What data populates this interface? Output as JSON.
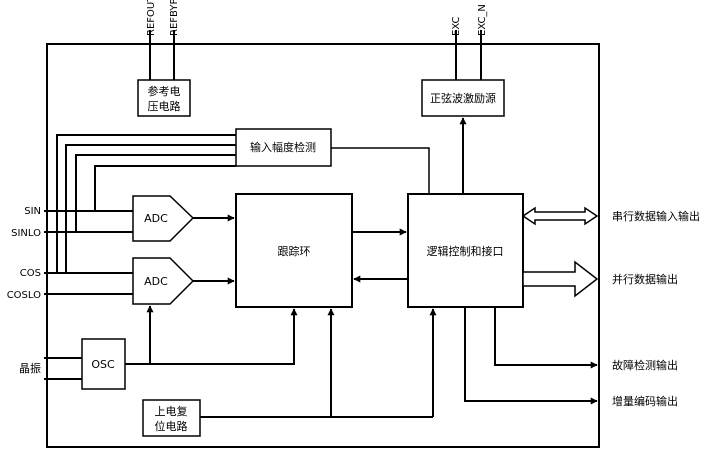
{
  "pins": {
    "refout": "REFOUT",
    "refbyp": "REFBYP",
    "exc": "EXC",
    "exc_n": "EXC_N",
    "sin": "SIN",
    "sinlo": "SINLO",
    "cos": "COS",
    "coslo": "COSLO",
    "crystal": "晶振"
  },
  "blocks": {
    "reference_circuit": [
      "参考电",
      "压电路"
    ],
    "sine_excitation": "正弦波激励源",
    "amplitude_detect": "输入幅度检测",
    "adc_sin": "ADC",
    "adc_cos": "ADC",
    "tracking_loop": "跟踪环",
    "logic_interface": "逻辑控制和接口",
    "osc": "OSC",
    "power_on_reset": [
      "上电复",
      "位电路"
    ]
  },
  "outputs": {
    "serial_io": "串行数据输入输出",
    "parallel_out": "并行数据输出",
    "fault_out": "故障检测输出",
    "incremental_out": "增量编码输出"
  }
}
